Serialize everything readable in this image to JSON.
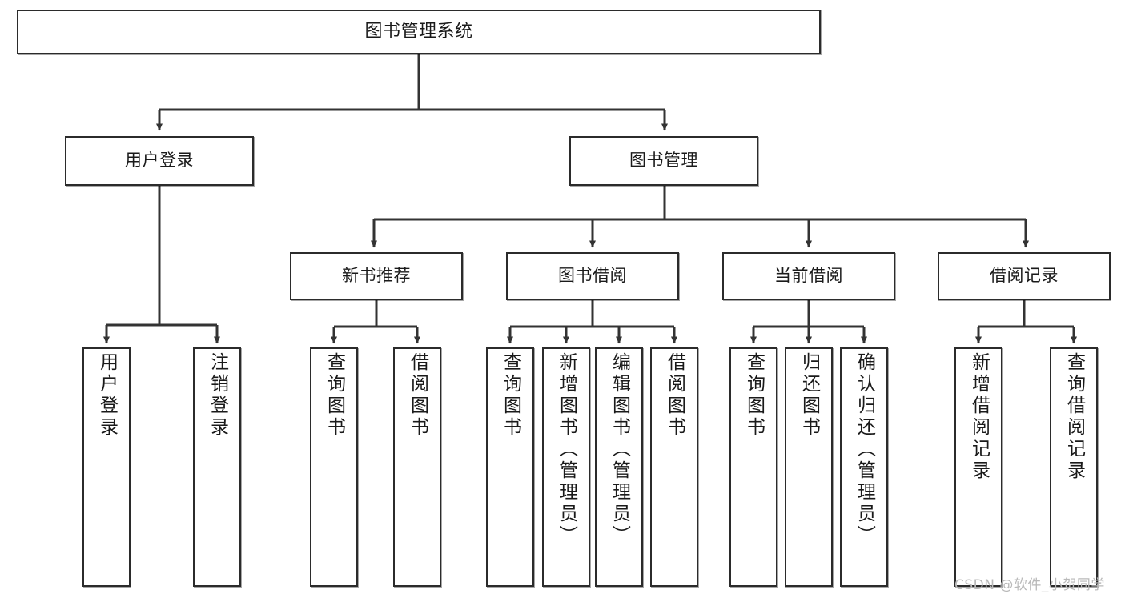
{
  "diagram": {
    "title": "图书管理系统",
    "type": "tree-hierarchy-chart",
    "orientation": "top-down",
    "colors": {
      "node_border": "#2b2b2b",
      "node_fill": "#ffffff",
      "edge": "#333333",
      "text": "#1a1a1a",
      "watermark": "#b9b9b9"
    }
  },
  "nodes": {
    "root": {
      "label": "图书管理系统"
    },
    "level1": [
      {
        "id": "user-login",
        "label": "用户登录"
      },
      {
        "id": "book-management",
        "label": "图书管理"
      }
    ],
    "level2": [
      {
        "id": "new-book-recommend",
        "label": "新书推荐"
      },
      {
        "id": "book-borrow",
        "label": "图书借阅"
      },
      {
        "id": "current-borrow",
        "label": "当前借阅"
      },
      {
        "id": "borrow-record",
        "label": "借阅记录"
      }
    ],
    "leaves": {
      "user_login": [
        {
          "id": "leaf-user-login",
          "label": "用户登录"
        },
        {
          "id": "leaf-logout-login",
          "label": "注销登录"
        }
      ],
      "new_book_recommend": [
        {
          "id": "leaf-query-book-1",
          "label": "查询图书"
        },
        {
          "id": "leaf-borrow-book-1",
          "label": "借阅图书"
        }
      ],
      "book_borrow": [
        {
          "id": "leaf-query-book-2",
          "label": "查询图书"
        },
        {
          "id": "leaf-add-book",
          "label": "新增图书（管理员）"
        },
        {
          "id": "leaf-edit-book",
          "label": "编辑图书（管理员）"
        },
        {
          "id": "leaf-borrow-book-2",
          "label": "借阅图书"
        }
      ],
      "current_borrow": [
        {
          "id": "leaf-query-book-3",
          "label": "查询图书"
        },
        {
          "id": "leaf-return-book",
          "label": "归还图书"
        },
        {
          "id": "leaf-confirm-return",
          "label": "确认归还（管理员）"
        }
      ],
      "borrow_record": [
        {
          "id": "leaf-add-record",
          "label": "新增借阅记录"
        },
        {
          "id": "leaf-query-record",
          "label": "查询借阅记录"
        }
      ]
    }
  },
  "watermark": {
    "text": "CSDN @软件_小贺同学"
  }
}
